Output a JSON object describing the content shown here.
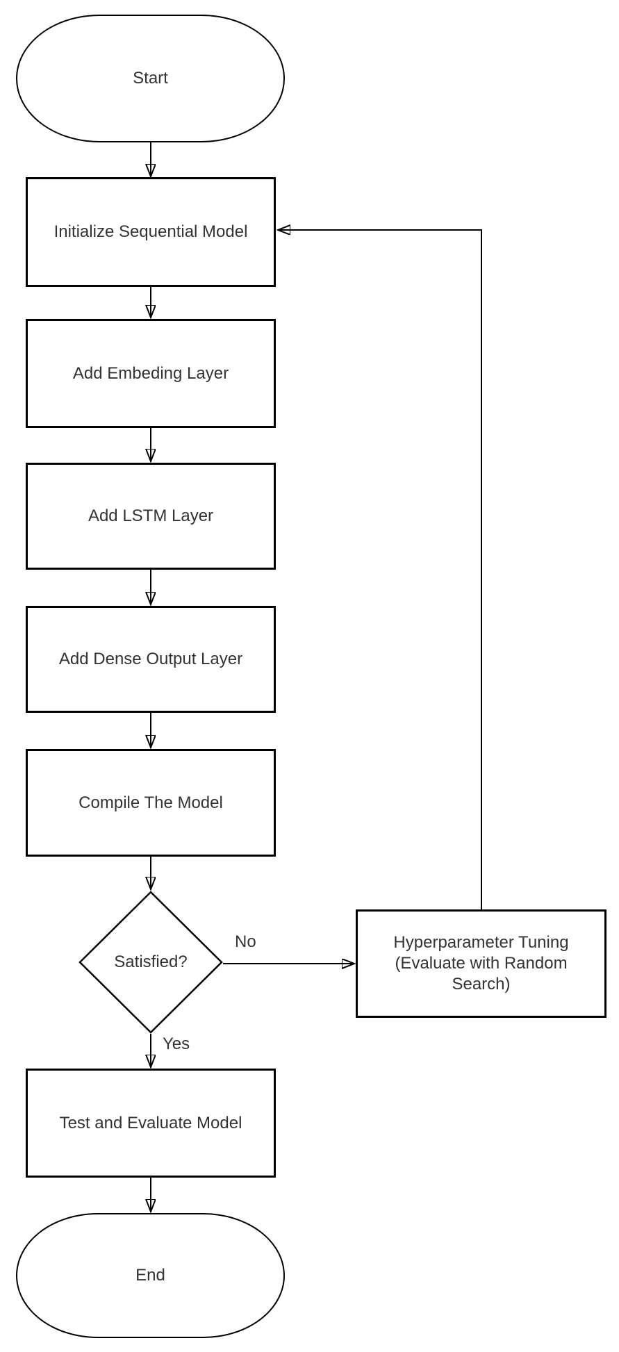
{
  "diagram": {
    "type": "flowchart",
    "colors": {
      "stroke": "#000000",
      "fill": "#ffffff",
      "text": "#333333"
    },
    "nodes": {
      "start": {
        "label": "Start",
        "shape": "terminator"
      },
      "init_model": {
        "label": "Initialize Sequential Model",
        "shape": "process"
      },
      "add_embedding": {
        "label": "Add Embeding Layer",
        "shape": "process"
      },
      "add_lstm": {
        "label": "Add LSTM Layer",
        "shape": "process"
      },
      "add_dense": {
        "label": "Add Dense Output Layer",
        "shape": "process"
      },
      "compile_model": {
        "label": "Compile The Model",
        "shape": "process"
      },
      "satisfied": {
        "label": "Satisfied?",
        "shape": "decision"
      },
      "hyperparameter_tuning": {
        "label": "Hyperparameter Tuning (Evaluate with Random Search)",
        "shape": "process"
      },
      "test_evaluate": {
        "label": "Test and Evaluate Model",
        "shape": "process"
      },
      "end": {
        "label": "End",
        "shape": "terminator"
      }
    },
    "edge_labels": {
      "no": "No",
      "yes": "Yes"
    },
    "edges": [
      {
        "from": "Start",
        "to": "Initialize Sequential Model",
        "label": ""
      },
      {
        "from": "Initialize Sequential Model",
        "to": "Add Embeding Layer",
        "label": ""
      },
      {
        "from": "Add Embeding Layer",
        "to": "Add LSTM Layer",
        "label": ""
      },
      {
        "from": "Add LSTM Layer",
        "to": "Add Dense Output Layer",
        "label": ""
      },
      {
        "from": "Add Dense Output Layer",
        "to": "Compile The Model",
        "label": ""
      },
      {
        "from": "Compile The Model",
        "to": "Satisfied?",
        "label": ""
      },
      {
        "from": "Satisfied?",
        "to": "Hyperparameter Tuning (Evaluate with Random Search)",
        "label": "No"
      },
      {
        "from": "Hyperparameter Tuning (Evaluate with Random Search)",
        "to": "Initialize Sequential Model",
        "label": ""
      },
      {
        "from": "Satisfied?",
        "to": "Test and Evaluate Model",
        "label": "Yes"
      },
      {
        "from": "Test and Evaluate Model",
        "to": "End",
        "label": ""
      }
    ]
  }
}
